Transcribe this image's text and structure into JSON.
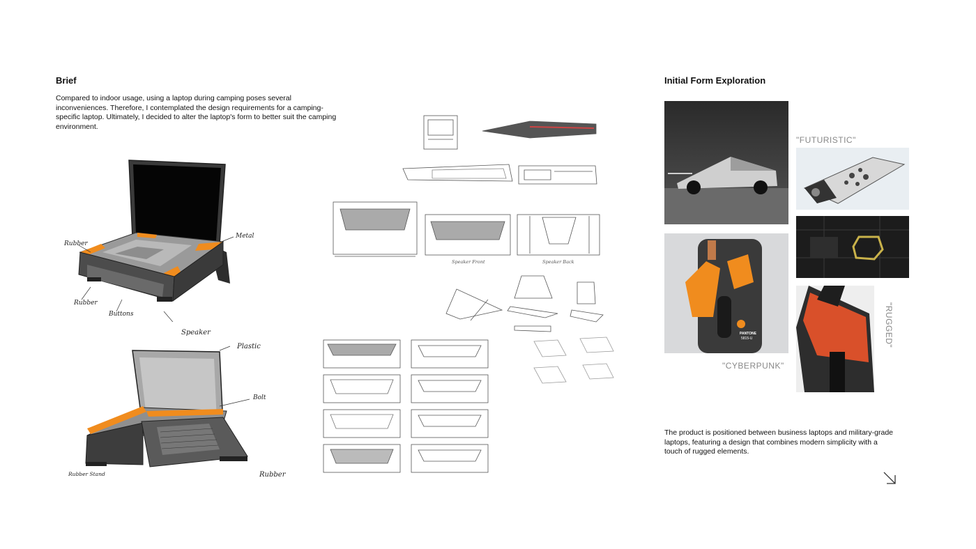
{
  "brief": {
    "title": "Brief",
    "text": "Compared to indoor usage, using a laptop during camping poses several inconveniences. Therefore, I contemplated the design requirements for a camping-specific laptop. Ultimately, I decided to alter the laptop's form to better suit the camping environment."
  },
  "sketch1": {
    "labels": {
      "rubber_top": "Rubber",
      "metal": "Metal",
      "rubber_bottom": "Rubber",
      "buttons": "Buttons",
      "speaker": "Speaker"
    }
  },
  "sketch2": {
    "labels": {
      "plastic": "Plastic",
      "bolt": "Bolt",
      "rubber_stand": "Rubber Stand",
      "rubber": "Rubber"
    }
  },
  "sketches": {
    "labels": {
      "speaker_front": "Speaker Front",
      "speaker_back": "Speaker Back"
    }
  },
  "exploration": {
    "title": "Initial Form Exploration",
    "futuristic": "\"FUTURISTIC\"",
    "cyberpunk": "\"CYBERPUNK\"",
    "rugged": "\"RUGGED\"",
    "pantone_brand": "PANTONE",
    "pantone_code": "5815-U",
    "text": "The product is positioned between business laptops and military-grade laptops, featuring a design that combines modern simplicity with a touch of rugged elements."
  },
  "colors": {
    "accent_orange": "#f08c1e",
    "dark": "#2b2b2b"
  },
  "icons": {
    "next": "arrow-down-right-icon"
  }
}
